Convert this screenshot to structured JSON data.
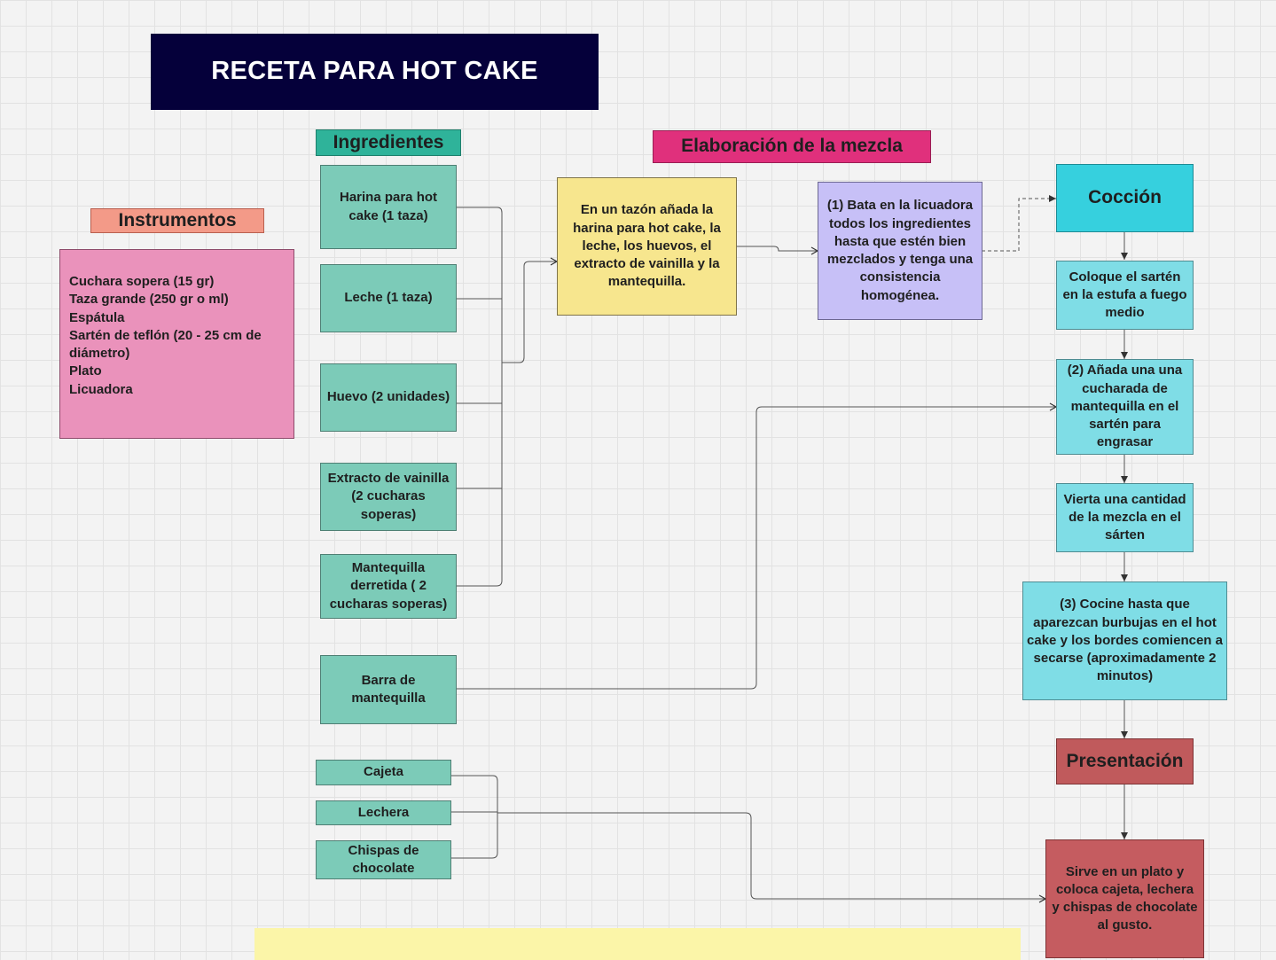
{
  "title": "RECETA PARA HOT CAKE",
  "instrumentos": {
    "header": "Instrumentos",
    "items": "Cuchara sopera (15 gr)\nTaza grande (250 gr o ml)\nEspátula\nSartén de teflón (20 - 25 cm de diámetro)\nPlato\nLicuadora"
  },
  "ingredientes": {
    "header": "Ingredientes",
    "harina": "Harina para hot cake (1 taza)",
    "leche": "Leche (1 taza)",
    "huevo": "Huevo (2 unidades)",
    "vainilla": "Extracto de vainilla (2 cucharas soperas)",
    "mantequilla": "Mantequilla derretida ( 2 cucharas soperas)",
    "barra": "Barra de mantequilla",
    "cajeta": "Cajeta",
    "lechera": "Lechera",
    "chispas": "Chispas de chocolate"
  },
  "elaboracion": {
    "header": "Elaboración de la mezcla",
    "paso_tazon": "En un tazón añada la harina para hot cake, la leche, los huevos, el extracto de vainilla y la mantequilla.",
    "paso_licuadora": "(1) Bata en la licuadora todos los ingredientes hasta que estén bien mezclados y tenga una consistencia homogénea."
  },
  "coccion": {
    "header": "Cocción",
    "paso_sarten": "Coloque el sartén en la estufa a fuego medio",
    "paso_engrasar": "(2) Añada una una cucharada de mantequilla en el sartén para engrasar",
    "paso_verter": "Vierta una cantidad de la mezcla en el sárten",
    "paso_cocinar": "(3) Cocine hasta que aparezcan burbujas en el hot cake y los bordes comiencen a secarse (aproximadamente 2 minutos)"
  },
  "presentacion": {
    "header": "Presentación",
    "paso_servir": "Sirve en un plato y coloca cajeta, lechera y chispas de chocolate al gusto."
  },
  "colors": {
    "title_bg": "#05003a",
    "ingredient_teal": "#7ccbb8",
    "coccion_cyan": "#7fdde6",
    "instrumentos_pink": "#ea92bb",
    "mezcla_yellow": "#f7e68e",
    "licuadora_lavender": "#c7c0f7",
    "presentacion_red": "#c55c60"
  }
}
